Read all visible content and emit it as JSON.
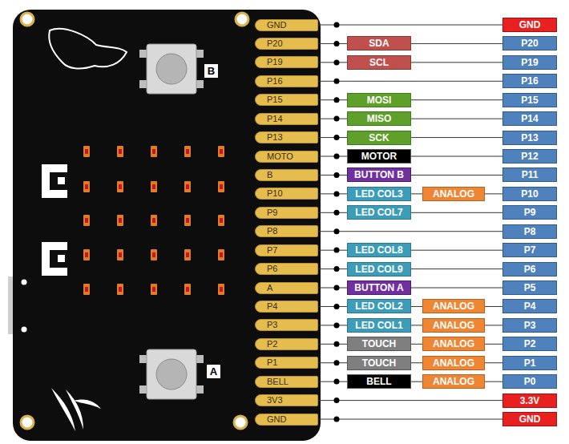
{
  "diagram": {
    "nodes": [
      {
        "text": [
          "GND"
        ]
      },
      {
        "text": [
          "GND"
        ]
      },
      {
        "text": [
          "P20"
        ]
      },
      {
        "text": [
          "SDA"
        ]
      },
      {
        "text": [
          "P20"
        ]
      },
      {
        "text": [
          "P19"
        ]
      },
      {
        "text": [
          "SCL"
        ]
      },
      {
        "text": [
          "P19"
        ]
      },
      {
        "text": [
          "P16"
        ]
      },
      {
        "text": [
          "P16"
        ]
      },
      {
        "text": [
          "P15"
        ]
      },
      {
        "text": [
          "MOSI"
        ]
      },
      {
        "text": [
          "P15"
        ]
      },
      {
        "text": [
          "P14"
        ]
      },
      {
        "text": [
          "MISO"
        ]
      },
      {
        "text": [
          "P14"
        ]
      },
      {
        "text": [
          "P13"
        ]
      },
      {
        "text": [
          "SCK"
        ]
      },
      {
        "text": [
          "P13"
        ]
      },
      {
        "text": [
          "MOTO"
        ]
      },
      {
        "text": [
          "MOTOR"
        ]
      },
      {
        "text": [
          "P12"
        ]
      },
      {
        "text": [
          "B"
        ]
      },
      {
        "text": [
          "BUTTON B"
        ]
      },
      {
        "text": [
          "P11"
        ]
      },
      {
        "text": [
          "P10"
        ]
      },
      {
        "text": [
          "LED COL3"
        ]
      },
      {
        "text": [
          "ANALOG"
        ]
      },
      {
        "text": [
          "P10"
        ]
      },
      {
        "text": [
          "P9"
        ]
      },
      {
        "text": [
          "LED COL7"
        ]
      },
      {
        "text": [
          "P9"
        ]
      },
      {
        "text": [
          "P8"
        ]
      },
      {
        "text": [
          "P8"
        ]
      },
      {
        "text": [
          "P7"
        ]
      },
      {
        "text": [
          "LED COL8"
        ]
      },
      {
        "text": [
          "P7"
        ]
      },
      {
        "text": [
          "P6"
        ]
      },
      {
        "text": [
          "LED COL9"
        ]
      },
      {
        "text": [
          "P6"
        ]
      },
      {
        "text": [
          "A"
        ]
      },
      {
        "text": [
          "BUTTON A"
        ]
      },
      {
        "text": [
          "P5"
        ]
      },
      {
        "text": [
          "P4"
        ]
      },
      {
        "text": [
          "LED COL2"
        ]
      },
      {
        "text": [
          "ANALOG"
        ]
      },
      {
        "text": [
          "P4"
        ]
      },
      {
        "text": [
          "P3"
        ]
      },
      {
        "text": [
          "LED COL1"
        ]
      },
      {
        "text": [
          "ANALOG"
        ]
      },
      {
        "text": [
          "P3"
        ]
      },
      {
        "text": [
          "P2"
        ]
      },
      {
        "text": [
          "TOUCH"
        ]
      },
      {
        "text": [
          "ANALOG"
        ]
      },
      {
        "text": [
          "P2"
        ]
      },
      {
        "text": [
          "P1"
        ]
      },
      {
        "text": [
          "TOUCH"
        ]
      },
      {
        "text": [
          "ANALOG"
        ]
      },
      {
        "text": [
          "P1"
        ]
      },
      {
        "text": [
          "BELL"
        ]
      },
      {
        "text": [
          "BELL"
        ]
      },
      {
        "text": [
          "ANALOG"
        ]
      },
      {
        "text": [
          "P0"
        ]
      },
      {
        "text": [
          "3V3"
        ]
      },
      {
        "text": [
          "3.3V"
        ]
      },
      {
        "text": [
          "GND"
        ]
      },
      {
        "text": [
          "GND"
        ]
      }
    ],
    "edges": [
      {
        "from": 0,
        "to": 1,
        "arrow": "none"
      },
      {
        "from": 2,
        "to": 3,
        "arrow": "none"
      },
      {
        "from": 3,
        "to": 4,
        "arrow": "none"
      },
      {
        "from": 5,
        "to": 6,
        "arrow": "none"
      },
      {
        "from": 6,
        "to": 7,
        "arrow": "none"
      },
      {
        "from": 8,
        "to": 9,
        "arrow": "none"
      },
      {
        "from": 10,
        "to": 11,
        "arrow": "none"
      },
      {
        "from": 11,
        "to": 12,
        "arrow": "none"
      },
      {
        "from": 13,
        "to": 14,
        "arrow": "none"
      },
      {
        "from": 14,
        "to": 15,
        "arrow": "none"
      },
      {
        "from": 16,
        "to": 17,
        "arrow": "none"
      },
      {
        "from": 17,
        "to": 18,
        "arrow": "none"
      },
      {
        "from": 19,
        "to": 20,
        "arrow": "none"
      },
      {
        "from": 20,
        "to": 21,
        "arrow": "none"
      },
      {
        "from": 22,
        "to": 23,
        "arrow": "none"
      },
      {
        "from": 23,
        "to": 24,
        "arrow": "none"
      },
      {
        "from": 25,
        "to": 26,
        "arrow": "none"
      },
      {
        "from": 26,
        "to": 27,
        "arrow": "none"
      },
      {
        "from": 27,
        "to": 28,
        "arrow": "none"
      },
      {
        "from": 29,
        "to": 30,
        "arrow": "none"
      },
      {
        "from": 30,
        "to": 31,
        "arrow": "none"
      },
      {
        "from": 32,
        "to": 33,
        "arrow": "none"
      },
      {
        "from": 34,
        "to": 35,
        "arrow": "none"
      },
      {
        "from": 35,
        "to": 36,
        "arrow": "none"
      },
      {
        "from": 37,
        "to": 38,
        "arrow": "none"
      },
      {
        "from": 38,
        "to": 39,
        "arrow": "none"
      },
      {
        "from": 40,
        "to": 41,
        "arrow": "none"
      },
      {
        "from": 41,
        "to": 42,
        "arrow": "none"
      },
      {
        "from": 43,
        "to": 44,
        "arrow": "none"
      },
      {
        "from": 44,
        "to": 45,
        "arrow": "none"
      },
      {
        "from": 45,
        "to": 46,
        "arrow": "none"
      },
      {
        "from": 47,
        "to": 48,
        "arrow": "none"
      },
      {
        "from": 48,
        "to": 49,
        "arrow": "none"
      },
      {
        "from": 49,
        "to": 50,
        "arrow": "none"
      },
      {
        "from": 51,
        "to": 52,
        "arrow": "none"
      },
      {
        "from": 52,
        "to": 53,
        "arrow": "none"
      },
      {
        "from": 53,
        "to": 54,
        "arrow": "none"
      },
      {
        "from": 55,
        "to": 56,
        "arrow": "none"
      },
      {
        "from": 56,
        "to": 57,
        "arrow": "none"
      },
      {
        "from": 57,
        "to": 58,
        "arrow": "none"
      },
      {
        "from": 59,
        "to": 60,
        "arrow": "none"
      },
      {
        "from": 60,
        "to": 61,
        "arrow": "none"
      },
      {
        "from": 61,
        "to": 62,
        "arrow": "none"
      },
      {
        "from": 63,
        "to": 64,
        "arrow": "none"
      },
      {
        "from": 65,
        "to": 66,
        "arrow": "none"
      }
    ],
    "labels": [
      "B",
      "A"
    ]
  }
}
